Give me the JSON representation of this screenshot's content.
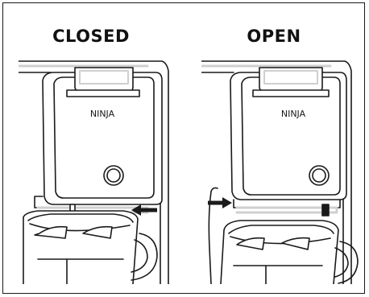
{
  "labels": {
    "closed": "CLOSED",
    "open": "OPEN"
  },
  "brand": "NINJA",
  "colors": {
    "line": "#1a1a1a",
    "shadow": "#cfcfcf",
    "background": "#ffffff"
  }
}
